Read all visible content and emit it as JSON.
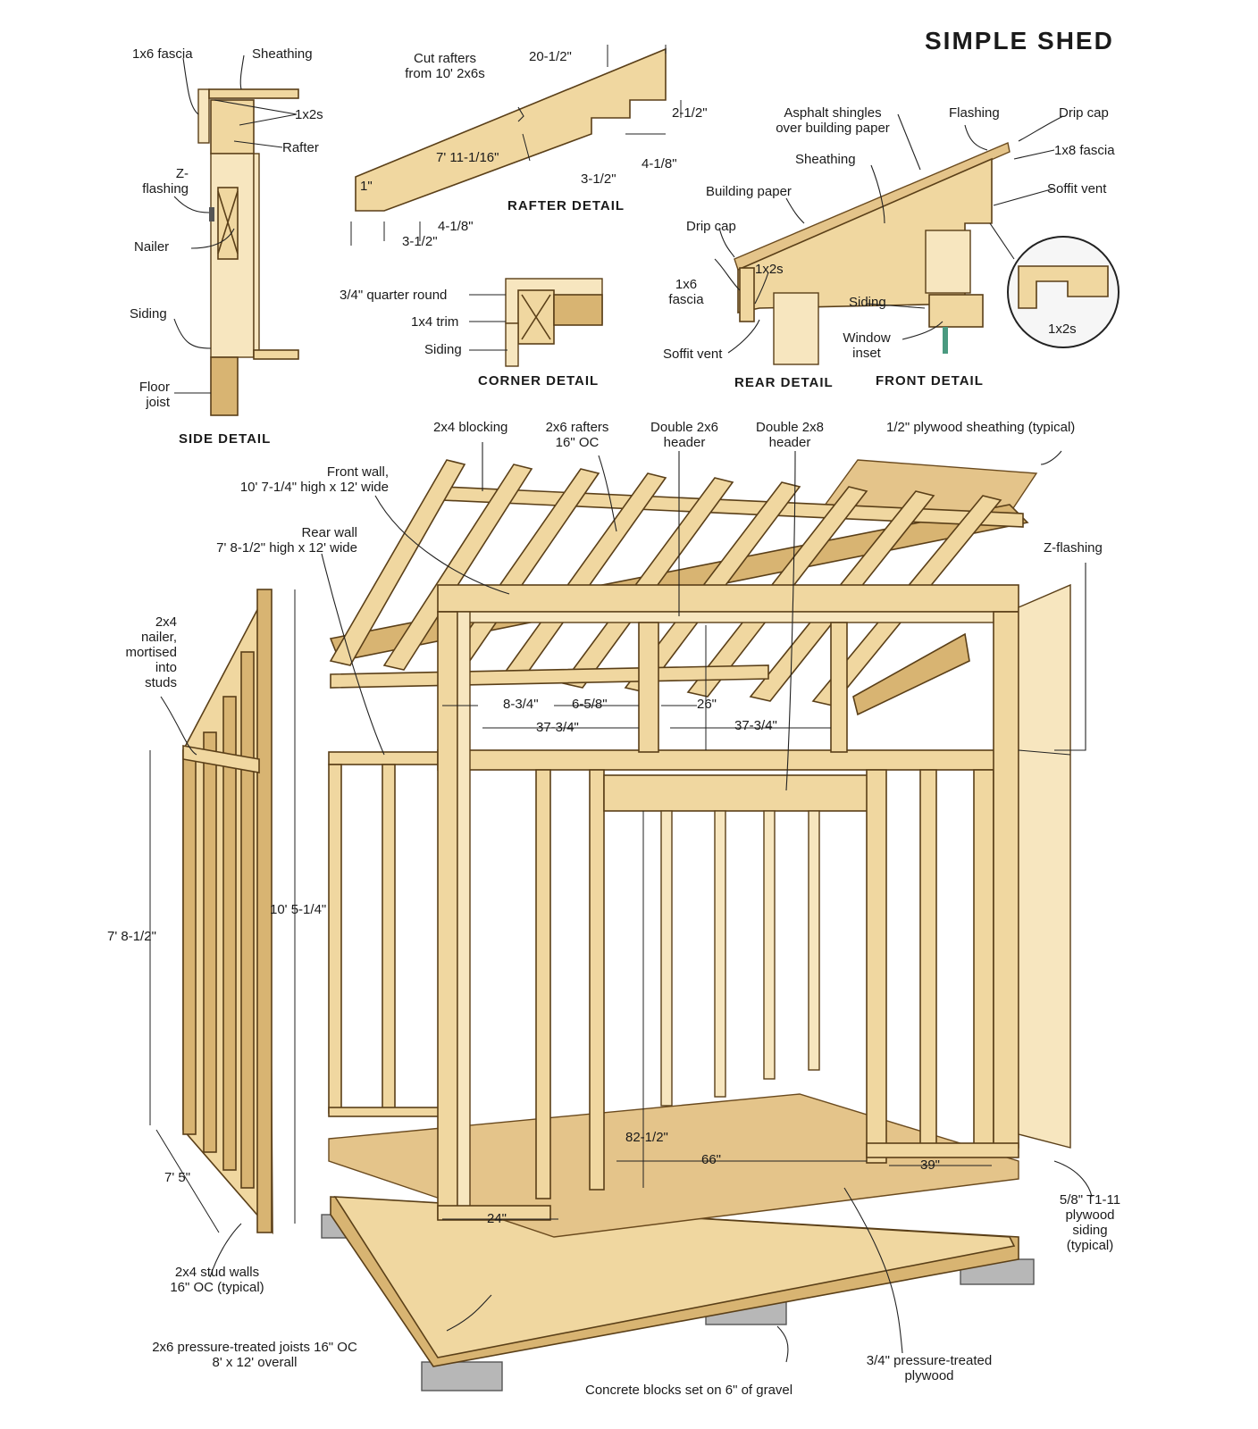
{
  "title": "SIMPLE SHED",
  "details": {
    "side": "SIDE DETAIL",
    "rafter": "RAFTER DETAIL",
    "corner": "CORNER DETAIL",
    "rear": "REAR DETAIL",
    "front": "FRONT DETAIL"
  },
  "labels": {
    "fascia_1x6_top": "1x6 fascia",
    "sheathing_side": "Sheathing",
    "x1x2s_side": "1x2s",
    "rafter_side": "Rafter",
    "zflash_side": "Z-\nflashing",
    "nailer": "Nailer",
    "siding_side": "Siding",
    "floor_joist": "Floor\njoist",
    "cut_rafters": "Cut rafters\nfrom 10' 2x6s",
    "quarter_round": "3/4\" quarter round",
    "trim_1x4": "1x4 trim",
    "siding_corner": "Siding",
    "asphalt": "Asphalt shingles\nover building paper",
    "flashing": "Flashing",
    "drip_cap_top": "Drip cap",
    "fascia_1x8": "1x8 fascia",
    "sheathing_front": "Sheathing",
    "soffit_vent_front": "Soffit vent",
    "building_paper": "Building paper",
    "drip_cap_rear": "Drip cap",
    "fascia_1x6_rear": "1x6\nfascia",
    "x1x2s_rear": "1x2s",
    "siding_front": "Siding",
    "soffit_vent_rear": "Soffit vent",
    "window_inset": "Window\ninset",
    "x1x2s_circle": "1x2s",
    "blocking": "2x4 blocking",
    "rafters_oc": "2x6 rafters\n16\" OC",
    "header_2x6": "Double 2x6\nheader",
    "header_2x8": "Double 2x8\nheader",
    "plywood_sheathing": "1/2\" plywood sheathing (typical)",
    "front_wall": "Front wall,\n10' 7-1/4\" high x 12' wide",
    "rear_wall": "Rear wall\n7' 8-1/2\" high x 12' wide",
    "zflashing_main": "Z-flashing",
    "nailer_2x4": "2x4\nnailer,\nmortised\ninto\nstuds",
    "stud_walls": "2x4 stud walls\n16\" OC (typical)",
    "t111": "5/8\" T1-11\nplywood\nsiding\n(typical)",
    "joists": "2x6 pressure-treated joists 16\" OC\n8' x 12' overall",
    "conc_blocks": "Concrete blocks set on 6\" of gravel",
    "pt_plywood": "3/4\" pressure-treated\nplywood"
  },
  "dimensions": {
    "d20_12": "20-1/2\"",
    "d2_12": "2-1/2\"",
    "d7_11": "7' 11-1/16\"",
    "d1": "1\"",
    "d4_18_a": "4-1/8\"",
    "d3_12_a": "3-1/2\"",
    "d4_18_b": "4-1/8\"",
    "d3_12_b": "3-1/2\"",
    "d8_34": "8-3/4\"",
    "d6_58": "6-5/8\"",
    "d26": "26\"",
    "d37_34_a": "37-3/4\"",
    "d37_34_b": "37-3/4\"",
    "d7_812": "7' 8-1/2\"",
    "d10_514": "10' 5-1/4\"",
    "d7_5": "7' 5\"",
    "d82_12": "82-1/2\"",
    "d66": "66\"",
    "d39": "39\"",
    "d24": "24\""
  },
  "colors": {
    "wood": "#f0d7a0",
    "wood_dark": "#d8b472",
    "plywood": "#e4c48a",
    "block": "#b7b7b7",
    "ink": "#1a1a1a"
  }
}
